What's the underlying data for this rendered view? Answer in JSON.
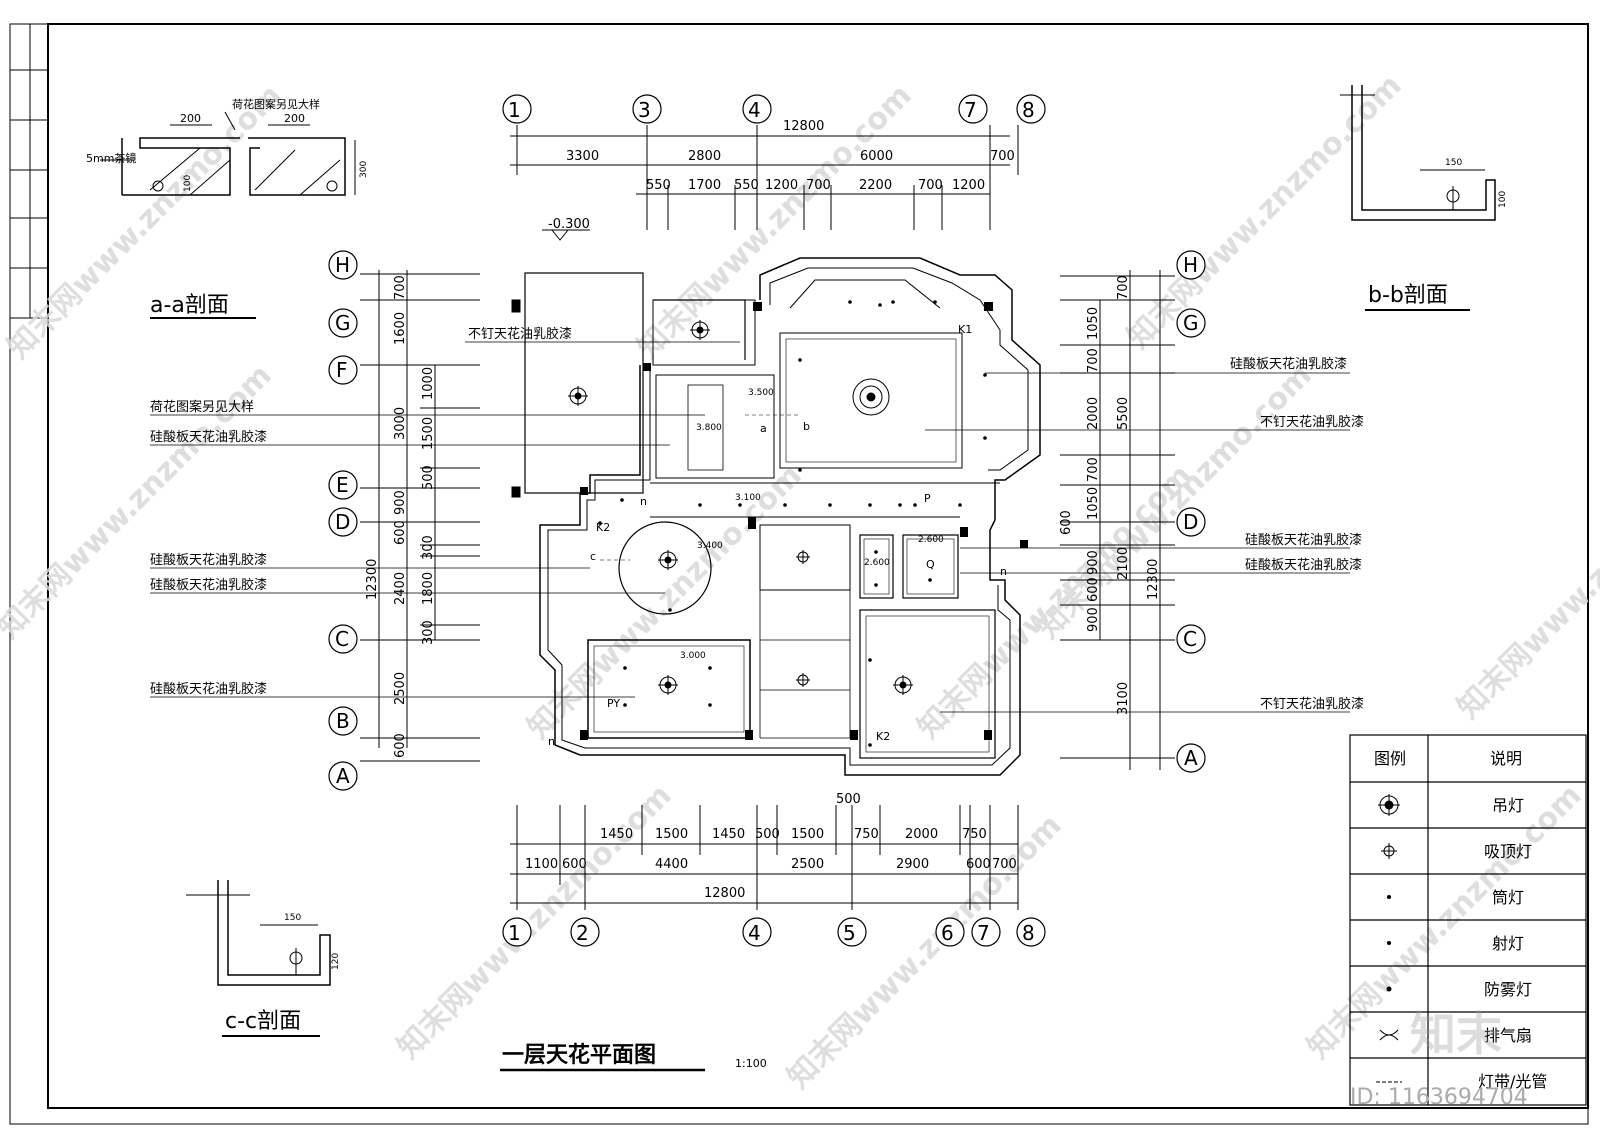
{
  "drawing": {
    "title": "一层天花平面图",
    "scale": "1:100",
    "top_total": "12800",
    "bottom_total": "12800",
    "elev_outside": "-0.300",
    "bottom_extra": "500"
  },
  "sections": {
    "aa": "a-a剖面",
    "bb": "b-b剖面",
    "cc": "c-c剖面",
    "aa_note_top": "荷花图案另见大样",
    "aa_note_left": "5mm茶镜",
    "aa_dim_1": "200",
    "aa_dim_2": "200",
    "aa_dim_3": "100",
    "aa_dim_4": "300",
    "bb_dim_1": "150",
    "bb_dim_2": "100",
    "cc_dim_1": "150",
    "cc_dim_2": "120"
  },
  "axes_top": [
    "1",
    "3",
    "4",
    "7",
    "8"
  ],
  "axes_bottom": [
    "1",
    "2",
    "4",
    "5",
    "6",
    "7",
    "8"
  ],
  "axes_left": [
    "H",
    "G",
    "F",
    "E",
    "D",
    "C",
    "B",
    "A"
  ],
  "axes_right": [
    "H",
    "G",
    "D",
    "C",
    "A"
  ],
  "dims_top_row1": [
    "3300",
    "2800",
    "6000",
    "700"
  ],
  "dims_top_row2": [
    "550",
    "1700",
    "550",
    "1200",
    "700",
    "2200",
    "700",
    "1200"
  ],
  "dims_bottom_row1": [
    "1450",
    "1500",
    "1450",
    "500",
    "1500",
    "750",
    "2000",
    "750"
  ],
  "dims_bottom_row2": [
    "1100",
    "600",
    "4400",
    "2500",
    "2900",
    "600",
    "700"
  ],
  "dims_left_outer": [
    "700",
    "1600",
    "3000",
    "900",
    "2400",
    "2500",
    "600"
  ],
  "dims_left_inner": [
    "1000",
    "1500",
    "500",
    "600",
    "300",
    "1800",
    "300"
  ],
  "dims_left_total": "12300",
  "dims_right_outer": [
    "700",
    "5500",
    "600",
    "2100",
    "3100"
  ],
  "dims_right_inner": [
    "1050",
    "700",
    "2000",
    "700",
    "1050",
    "900",
    "600",
    "900"
  ],
  "dims_right_total": "12300",
  "notes_left": [
    "不钉天花油乳胶漆",
    "荷花图案另见大样",
    "硅酸板天花油乳胶漆",
    "硅酸板天花油乳胶漆",
    "硅酸板天花油乳胶漆",
    "硅酸板天花油乳胶漆"
  ],
  "notes_right": [
    "硅酸板天花油乳胶漆",
    "不钉天花油乳胶漆",
    "硅酸板天花油乳胶漆",
    "硅酸板天花油乳胶漆",
    "不钉天花油乳胶漆"
  ],
  "plan_labels": {
    "k1": "K1",
    "k2a": "K2",
    "k2b": "K2",
    "p": "P",
    "q": "Q",
    "py": "PY",
    "e3500": "3.500",
    "e3800": "3.800",
    "e3100": "3.100",
    "e3400": "3.400",
    "e3000": "3.000",
    "e2600a": "2.600",
    "e2600b": "2.600",
    "sec_a": "a",
    "sec_b": "b",
    "sec_c": "c",
    "n1": "n",
    "n2": "n",
    "n3": "n"
  },
  "legend": {
    "header_icon": "图例",
    "header_desc": "说明",
    "rows": [
      {
        "icon": "pendant-lamp-icon",
        "desc": "吊灯"
      },
      {
        "icon": "ceiling-lamp-icon",
        "desc": "吸顶灯"
      },
      {
        "icon": "downlight-icon",
        "desc": "筒灯"
      },
      {
        "icon": "spotlight-icon",
        "desc": "射灯"
      },
      {
        "icon": "fog-lamp-icon",
        "desc": "防雾灯"
      },
      {
        "icon": "exhaust-fan-icon",
        "desc": "排气扇"
      },
      {
        "icon": "light-strip-icon",
        "desc": "灯带/光管"
      }
    ]
  },
  "watermark": {
    "text": "知末网www.znzmo.com",
    "logo": "知末",
    "id": "ID: 1163694704"
  }
}
